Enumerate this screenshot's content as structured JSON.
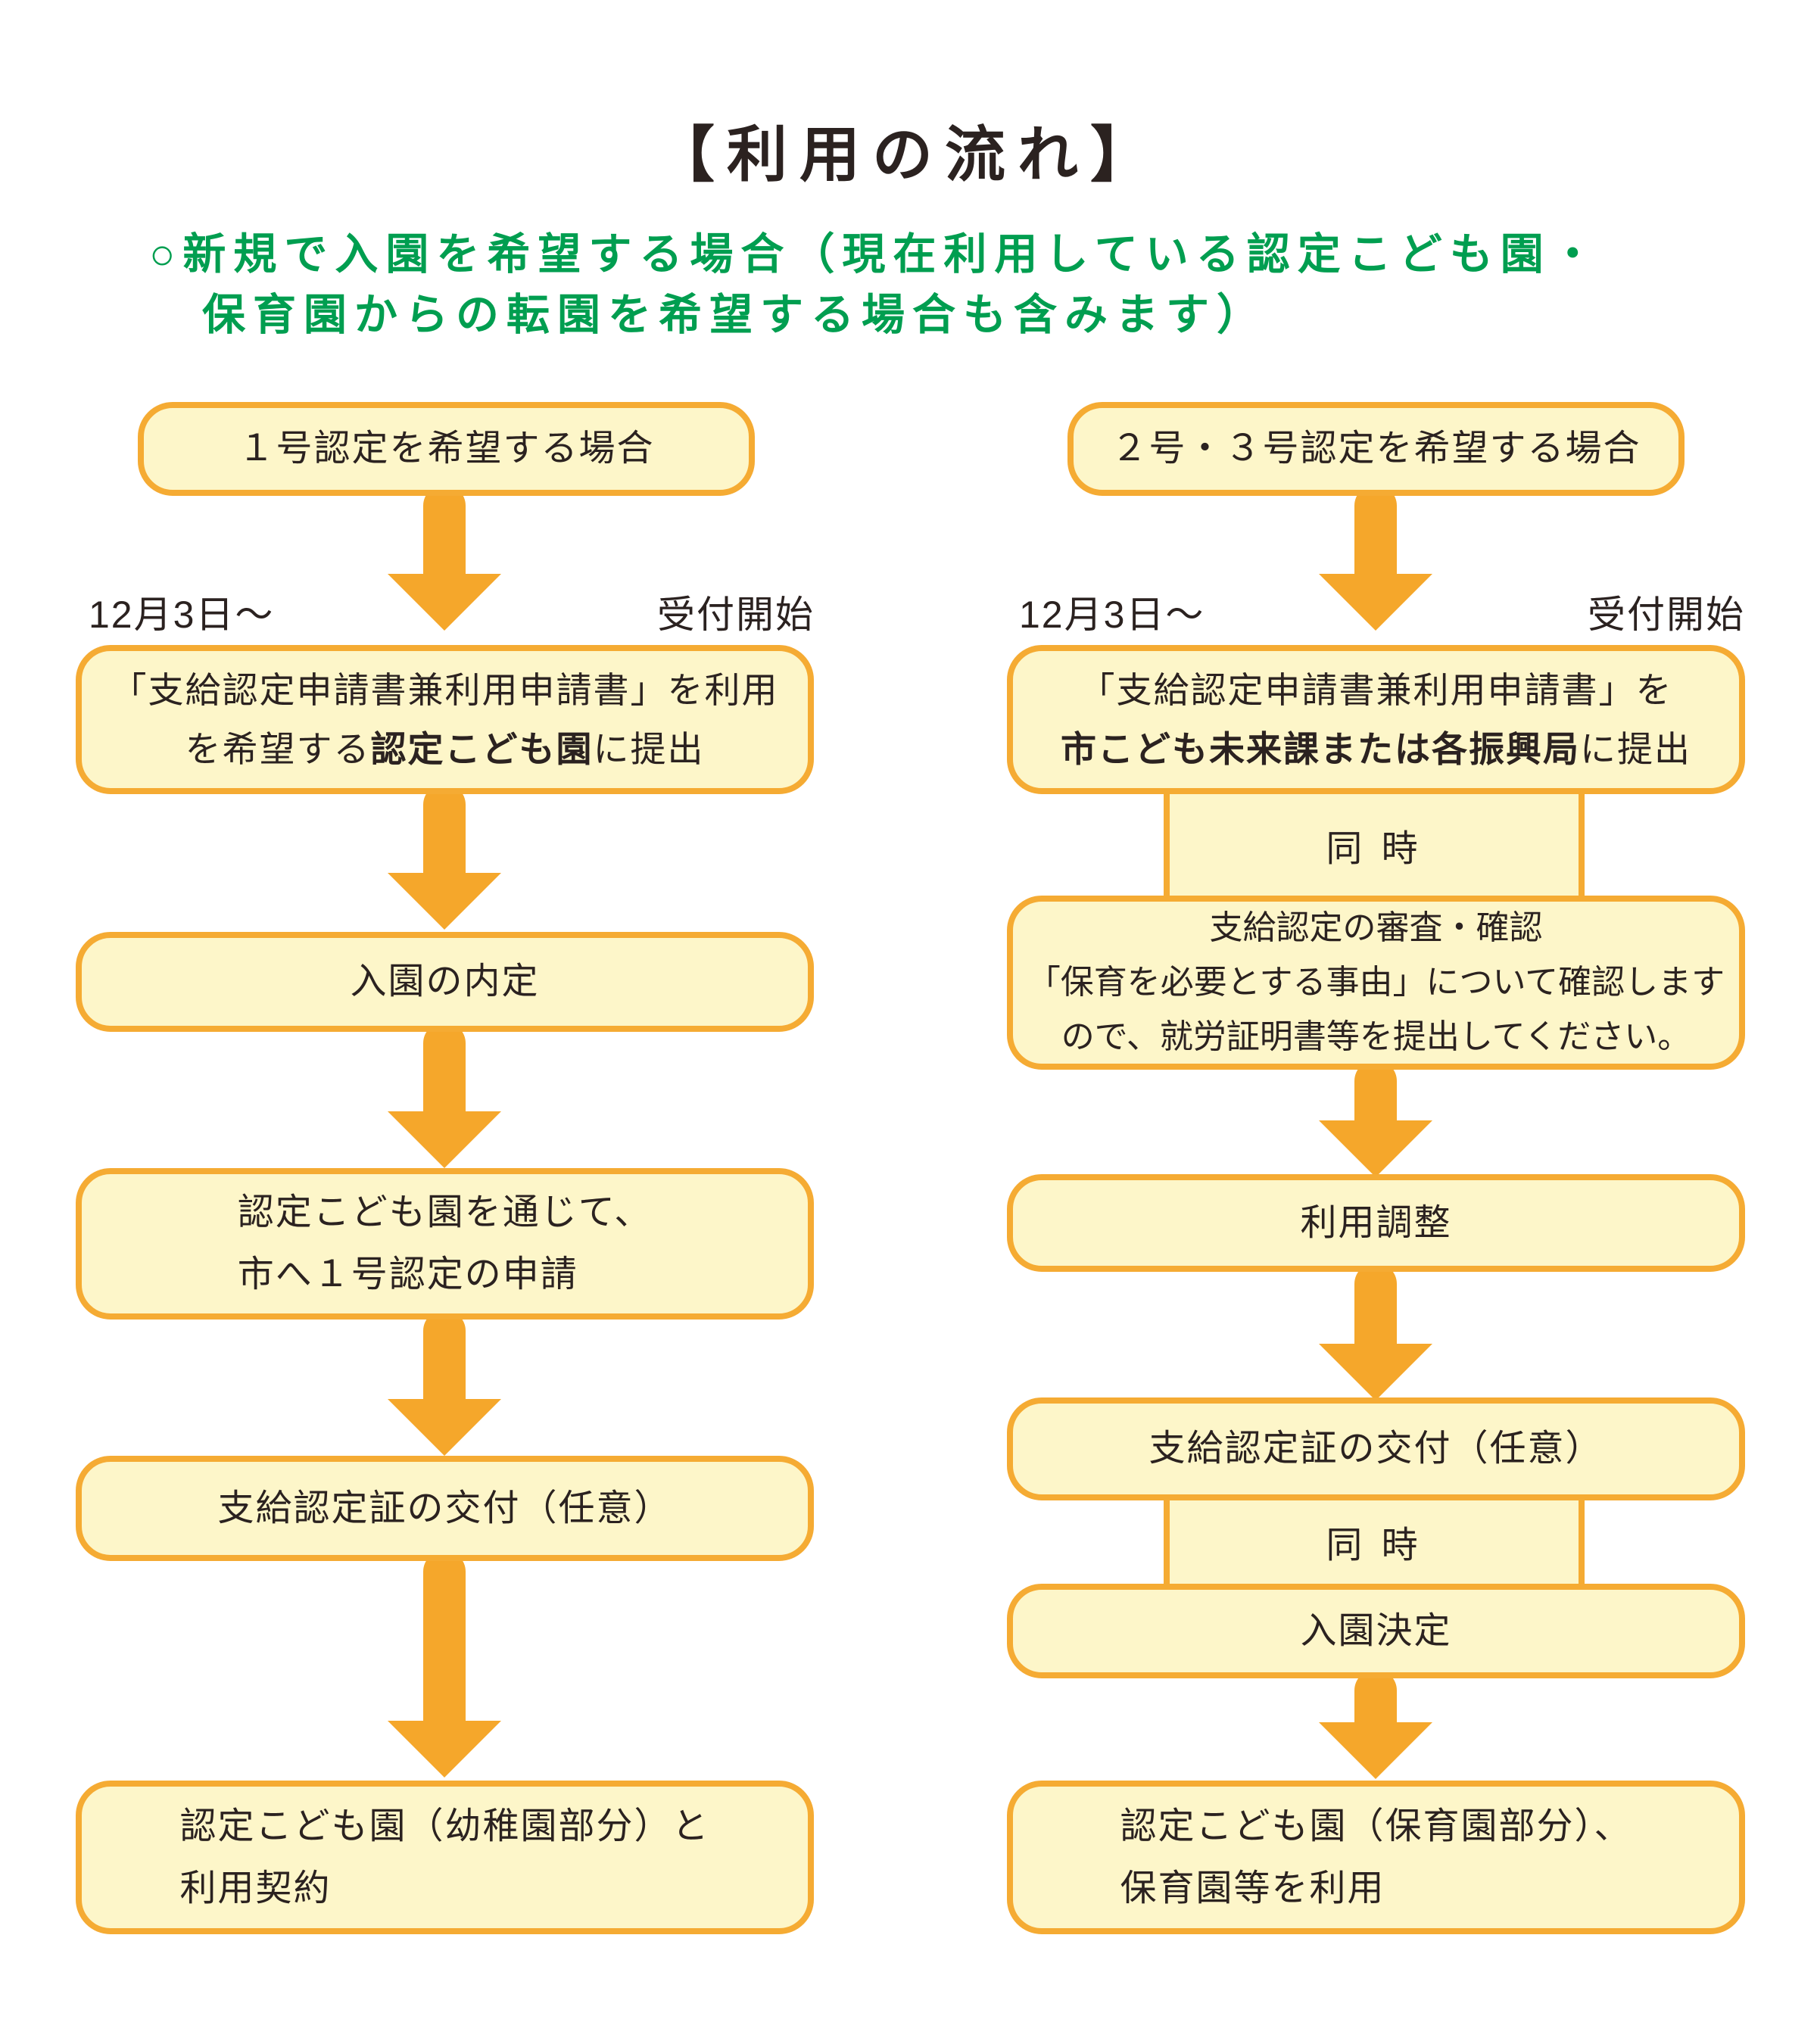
{
  "title": "【利用の流れ】",
  "subtitle": {
    "line1": "○新規で入園を希望する場合（現在利用している認定こども園・",
    "line2": "保育園からの転園を希望する場合も含みます）"
  },
  "colors": {
    "box_fill": "#fdf6c9",
    "box_border": "#f5ab33",
    "arrow": "#f5a72b",
    "subtitle_green": "#009e50",
    "text": "#2b2220"
  },
  "left": {
    "start": "１号認定を希望する場合",
    "date": "12月3日～",
    "reception": "受付開始",
    "submit_line1": "「支給認定申請書兼利用申請書」を利用",
    "submit_line2_pre": "を希望する",
    "submit_line2_bold": "認定こども園",
    "submit_line2_post": "に提出",
    "step_naitei": "入園の内定",
    "step_apply_line1": "認定こども園を通じて、",
    "step_apply_line2": "市へ１号認定の申請",
    "step_cert": "支給認定証の交付（任意）",
    "final_line1": "認定こども園（幼稚園部分）と",
    "final_line2": "利用契約"
  },
  "right": {
    "start": "２号・３号認定を希望する場合",
    "date": "12月3日～",
    "reception": "受付開始",
    "submit_line1": "「支給認定申請書兼利用申請書」を",
    "submit_line2_bold": "市こども未来課または各振興局",
    "submit_line2_post": "に提出",
    "simultaneous1": "同 時",
    "review_line1": "支給認定の審査・確認",
    "review_line2": "「保育を必要とする事由」について確認します",
    "review_line3": "ので、就労証明書等を提出してください。",
    "step_chosei": "利用調整",
    "step_cert": "支給認定証の交付（任意）",
    "simultaneous2": "同 時",
    "step_kettei": "入園決定",
    "final_line1": "認定こども園（保育園部分）、",
    "final_line2": "保育園等を利用"
  }
}
